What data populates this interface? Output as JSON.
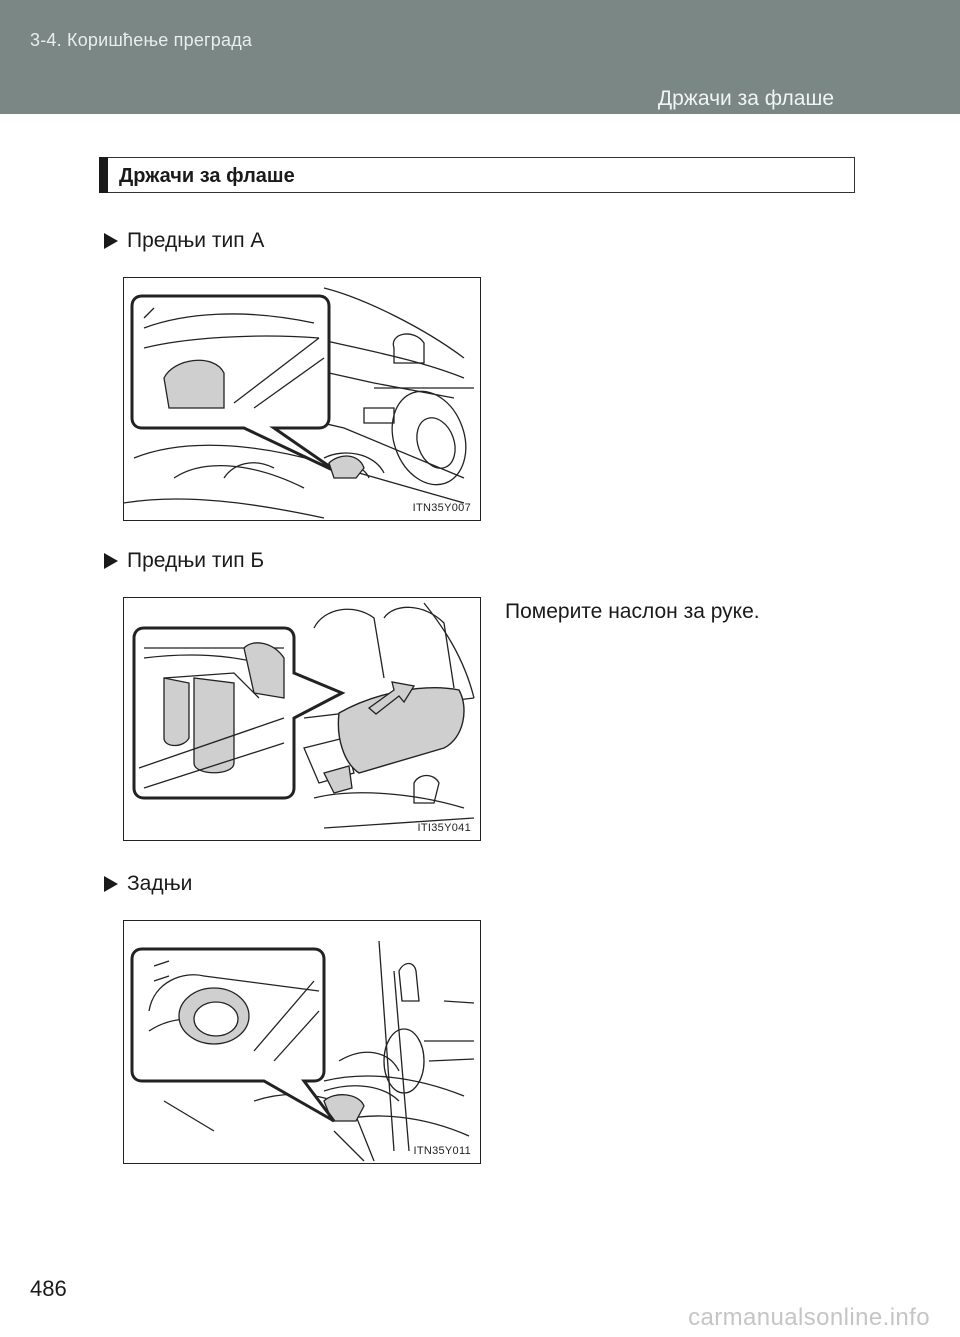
{
  "header": {
    "chapter": "3-4. Коришћење преграда",
    "section": "Држачи за флаше"
  },
  "title": "Држачи за флаше",
  "items": [
    {
      "label": "Предњи тип А",
      "figure_code": "ITN35Y007"
    },
    {
      "label": "Предњи тип Б",
      "figure_code": "ITI35Y041",
      "note": "Померите наслон за руке."
    },
    {
      "label": "Задњи",
      "figure_code": "ITN35Y011"
    }
  ],
  "page_number": "486",
  "watermark": "carmanualsonline.info"
}
